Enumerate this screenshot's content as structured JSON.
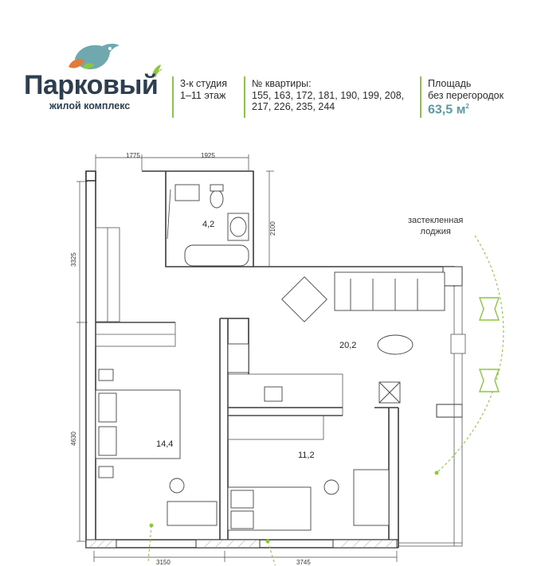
{
  "brand": {
    "name": "Парковый",
    "subtitle": "жилой комплекс",
    "colors": {
      "dark": "#2c3e50",
      "bird": "#6fa8ae",
      "leaf_orange": "#e07b39",
      "leaf_green": "#8dc63f",
      "accent": "#8dc63f"
    }
  },
  "info": {
    "type_line1": "3-к студия",
    "type_line2": "1–11 этаж",
    "apartments_title": "№ квартиры:",
    "apartments_line1": "155, 163, 172, 181, 190, 199, 208,",
    "apartments_line2": "217, 226, 235, 244",
    "area_title_1": "Площадь",
    "area_title_2": "без перегородок",
    "area_value": "63,5 м",
    "area_unit_sup": "2"
  },
  "plan": {
    "rooms": {
      "bathroom": "4,2",
      "living": "20,2",
      "bedroom_left": "14,4",
      "bedroom_right": "11,2"
    },
    "loggia_line1": "застекленная",
    "loggia_line2": "лоджия",
    "dimensions": {
      "top_left": "1775",
      "top_mid": "1925",
      "bath_height": "2100",
      "left_top": "3325",
      "left_bottom": "4630",
      "bottom_left": "3150",
      "bottom_right": "3745"
    }
  }
}
